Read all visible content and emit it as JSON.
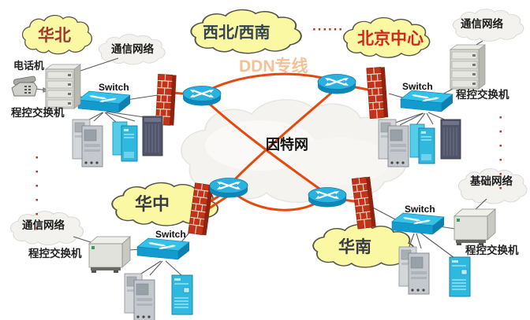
{
  "regions": {
    "north": {
      "name": "华北",
      "aux_cloud": "通信网络",
      "phone": "电话机",
      "pbx": "程控交换机",
      "switch": "Switch"
    },
    "northwest_southwest": {
      "name": "西北/西南"
    },
    "beijing_center": {
      "name": "北京中心",
      "aux_cloud": "通信网络",
      "pbx": "程控交换机",
      "switch": "Switch"
    },
    "central": {
      "name": "华中",
      "aux_cloud": "通信网络",
      "pbx": "程控交换机",
      "switch": "Switch"
    },
    "south": {
      "name": "华南",
      "aux_cloud": "基础网络",
      "pbx": "程控交换机",
      "switch": "Switch"
    },
    "backbone": {
      "internet": "因特网",
      "ddn": "DDN专线"
    }
  },
  "ellipsis": {
    "horizontal": "······",
    "left": "······",
    "right": "······"
  },
  "colors": {
    "region_cloud_fill": "#FAF8A2",
    "aux_cloud_fill": "#F3F2EF",
    "link_red": "#E24A0F",
    "beijing_text_red": "#D2281C",
    "north_text_red": "#A03A30",
    "ddn_text_orange": "#F2C296",
    "device_cyan": "#29B2E0",
    "firewall_red": "#C23318"
  }
}
